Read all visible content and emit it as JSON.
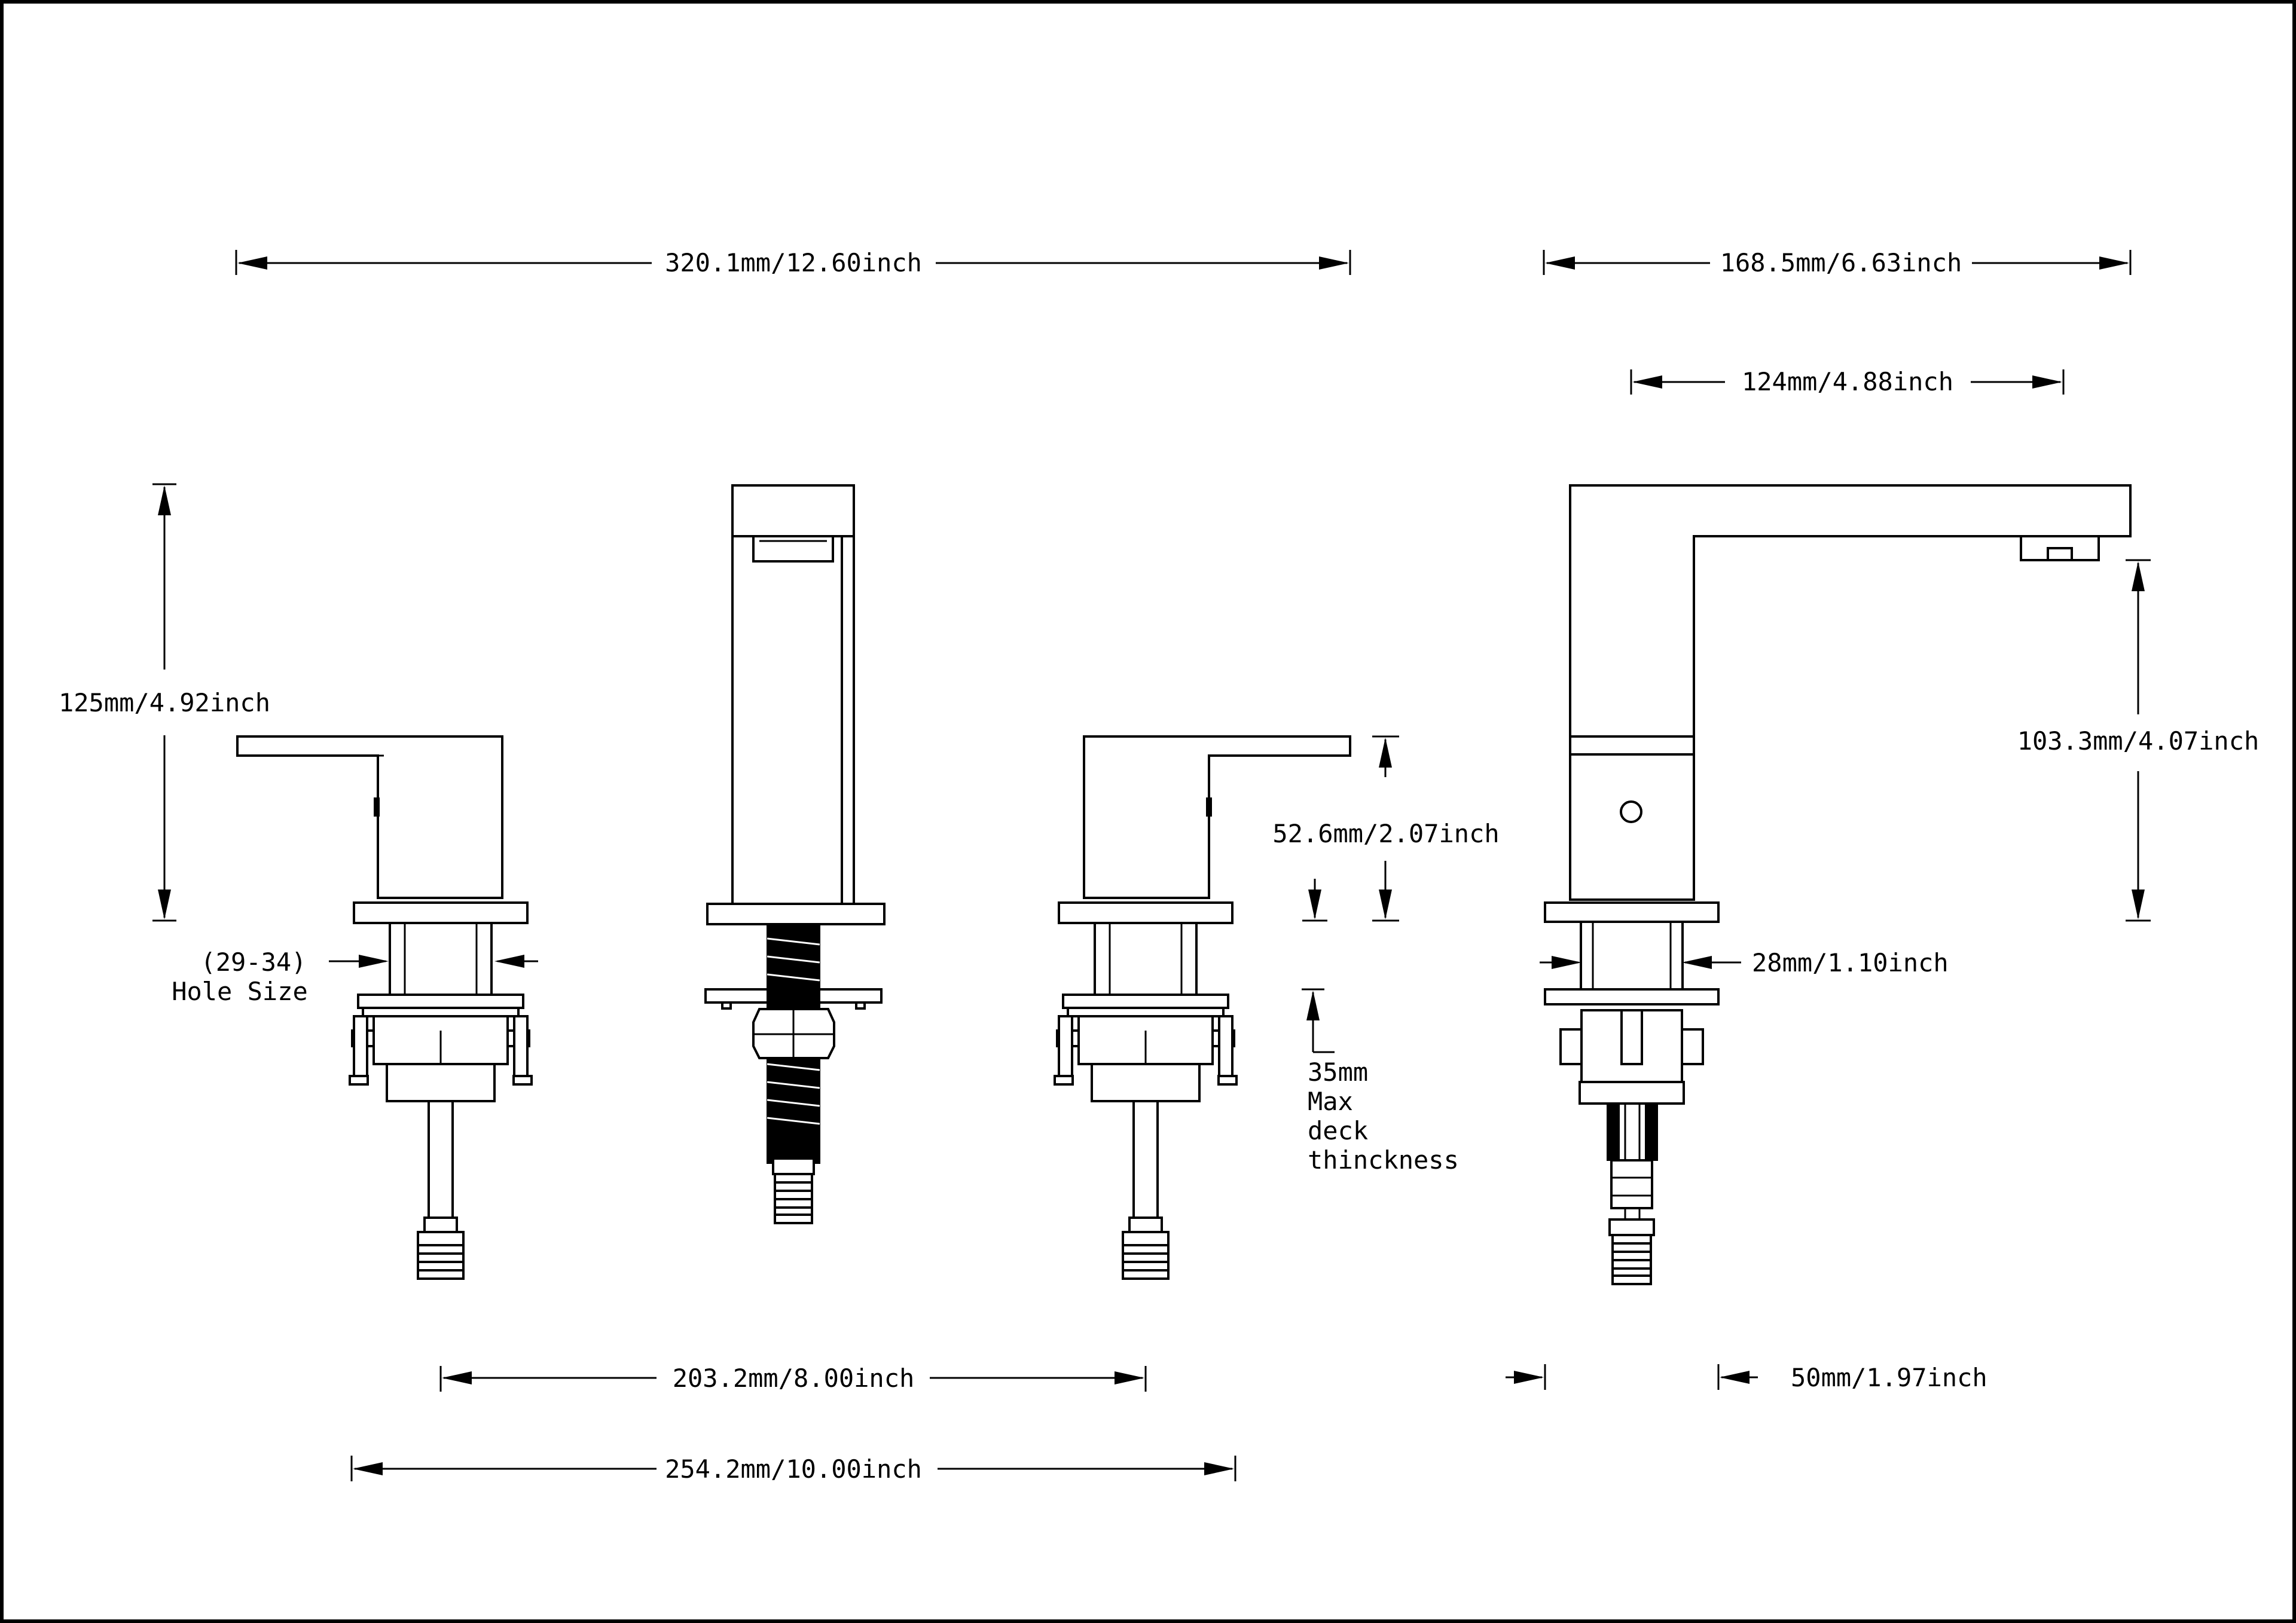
{
  "dimensions": {
    "overall_width": "320.1mm/12.60inch",
    "spout_depth": "168.5mm/6.63inch",
    "spout_reach": "124mm/4.88inch",
    "spout_height": "125mm/4.92inch",
    "spout_clearance": "103.3mm/4.07inch",
    "handle_height": "52.6mm/2.07inch",
    "hole_size_range": "(29-34)",
    "hole_size_label": "Hole Size",
    "hole_diameter": "28mm/1.10inch",
    "deck_thickness_value": "35mm",
    "deck_thickness_line1": "Max",
    "deck_thickness_line2": "deck",
    "deck_thickness_line3": "thinckness",
    "min_spread": "203.2mm/8.00inch",
    "max_spread": "254.2mm/10.00inch",
    "base_width": "50mm/1.97inch"
  }
}
